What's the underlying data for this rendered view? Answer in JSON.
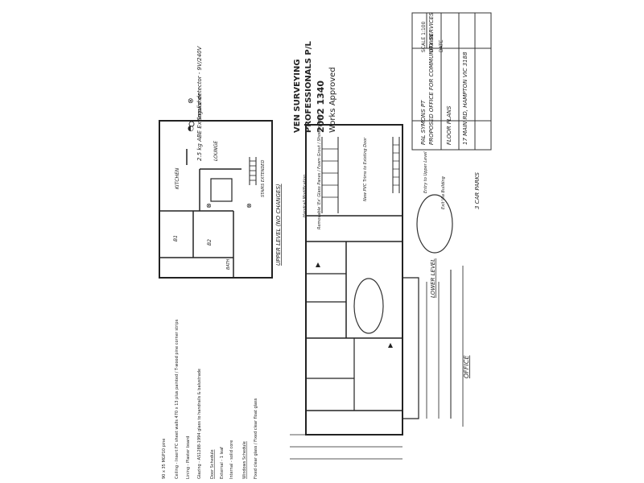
{
  "stamp": {
    "line1": "VEN SURVEYING",
    "line2": "PROFESSIONALS P/L",
    "number": "2002  1340",
    "status": "Works Approved"
  },
  "notes": {
    "smoke_alarm": "Smoke detector - 9V/240V",
    "fire_ext": "2.5 kg ABE Extinguisher"
  },
  "title_block": {
    "project": "PROPOSED OFFICE FOR COMMUNITY SERVICES",
    "client": "PAL SYMONS PT",
    "drawing": "FLOOR PLANS",
    "address": "17 MAIN RD, HAMPTON VIC 3188",
    "scale": "SCALE 1:100",
    "drawn": "DRAWN",
    "date": "DATE"
  },
  "plans": {
    "upper": {
      "title": "UPPER LEVEL (NO CHANGES)",
      "rooms": [
        "KITCHEN",
        "LOUNGE",
        "B1",
        "B2",
        "BATH"
      ],
      "stair_note": "STAIRS EXTENDED"
    },
    "lower": {
      "title": "LOWER LEVEL",
      "rooms": [
        "OFFICE"
      ],
      "notes": [
        "Removable 'Ex' Glass Panes / Foam Grout / Shower Room",
        "Handrail Modification",
        "New PVC Trims to Existing Door",
        "Entry to Upper Level",
        "Exit Via Building",
        "3 CAR PARKS"
      ]
    }
  },
  "spec_notes": [
    "90 x 35 MGP10 pine",
    "Ceiling - Insert FC sheet walls 470 x 13 plus painted / T-wood pine corner strips",
    "Lining - Plaster board",
    "Glazing - AS1288-1994 glass to handrails & balustrade",
    "Door Schedule",
    "External - 1 leaf",
    "Internal - solid core",
    "Windows Schedule",
    "Fixed clear glass / Fixed clear float glass"
  ]
}
